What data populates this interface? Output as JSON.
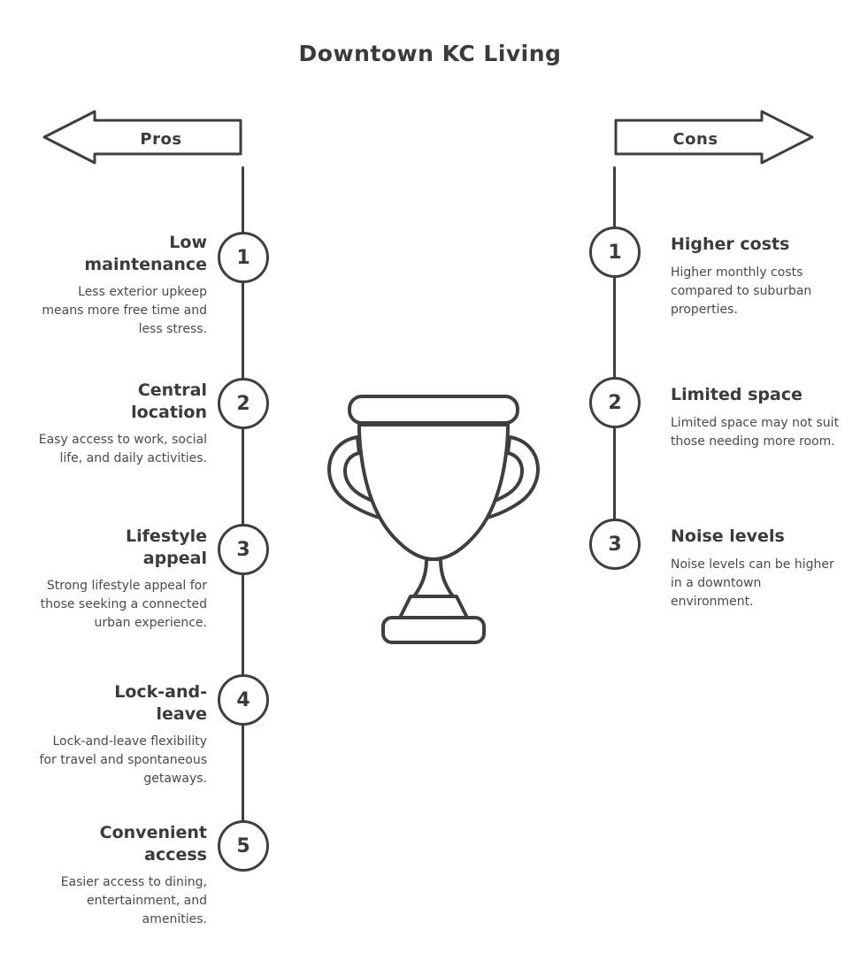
{
  "title": "Downtown KC Living",
  "colors": {
    "ink": "#3f3f3f",
    "background": "#ffffff"
  },
  "pros": {
    "label": "Pros",
    "items": [
      {
        "number": "1",
        "title": "Low maintenance",
        "description": "Less exterior upkeep means more free time and less stress."
      },
      {
        "number": "2",
        "title": "Central location",
        "description": "Easy access to work, social life, and daily activities."
      },
      {
        "number": "3",
        "title": "Lifestyle appeal",
        "description": "Strong lifestyle appeal for those seeking a connected urban experience."
      },
      {
        "number": "4",
        "title": "Lock-and-leave",
        "description": "Lock-and-leave flexibility for travel and spontaneous getaways."
      },
      {
        "number": "5",
        "title": "Convenient access",
        "description": "Easier access to dining, entertainment, and amenities."
      }
    ]
  },
  "cons": {
    "label": "Cons",
    "items": [
      {
        "number": "1",
        "title": "Higher costs",
        "description": "Higher monthly costs compared to suburban properties."
      },
      {
        "number": "2",
        "title": "Limited space",
        "description": "Limited space may not suit those needing more room."
      },
      {
        "number": "3",
        "title": "Noise levels",
        "description": "Noise levels can be higher in a downtown environment."
      }
    ]
  }
}
